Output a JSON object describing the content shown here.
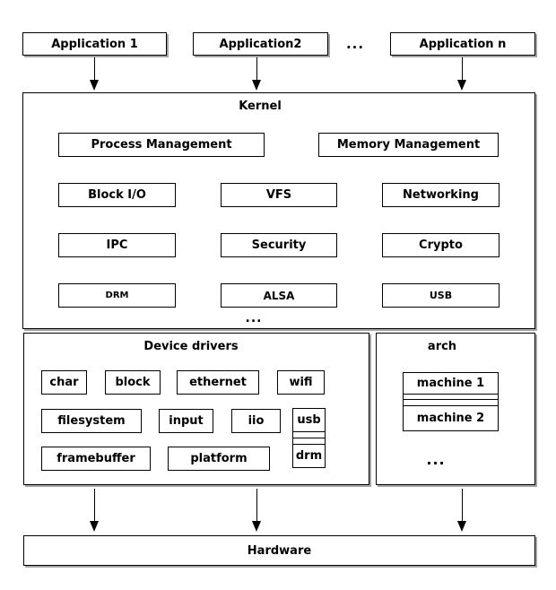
{
  "diagram": {
    "applications": [
      "Application 1",
      "Application2",
      "Application n"
    ],
    "applications_ellipsis": "...",
    "kernel": {
      "title": "Kernel",
      "top_row": [
        "Process Management",
        "Memory Management"
      ],
      "grid": [
        "Block I/O",
        "VFS",
        "Networking",
        "IPC",
        "Security",
        "Crypto",
        "DRM",
        "ALSA",
        "USB"
      ],
      "ellipsis": "..."
    },
    "device_drivers": {
      "title": "Device drivers",
      "row1": [
        "char",
        "block",
        "ethernet",
        "wifi"
      ],
      "row2": [
        "filesystem",
        "input",
        "iio"
      ],
      "usb_drm_stack": [
        "usb",
        "drm"
      ],
      "row3": [
        "framebuffer",
        "platform"
      ]
    },
    "arch": {
      "title": "arch",
      "machines": [
        "machine 1",
        "machine 2"
      ],
      "ellipsis": "..."
    },
    "hardware": "Hardware",
    "colors": {
      "border": "#000000",
      "background": "#ffffff",
      "shadow": "#a3a3a3"
    }
  }
}
